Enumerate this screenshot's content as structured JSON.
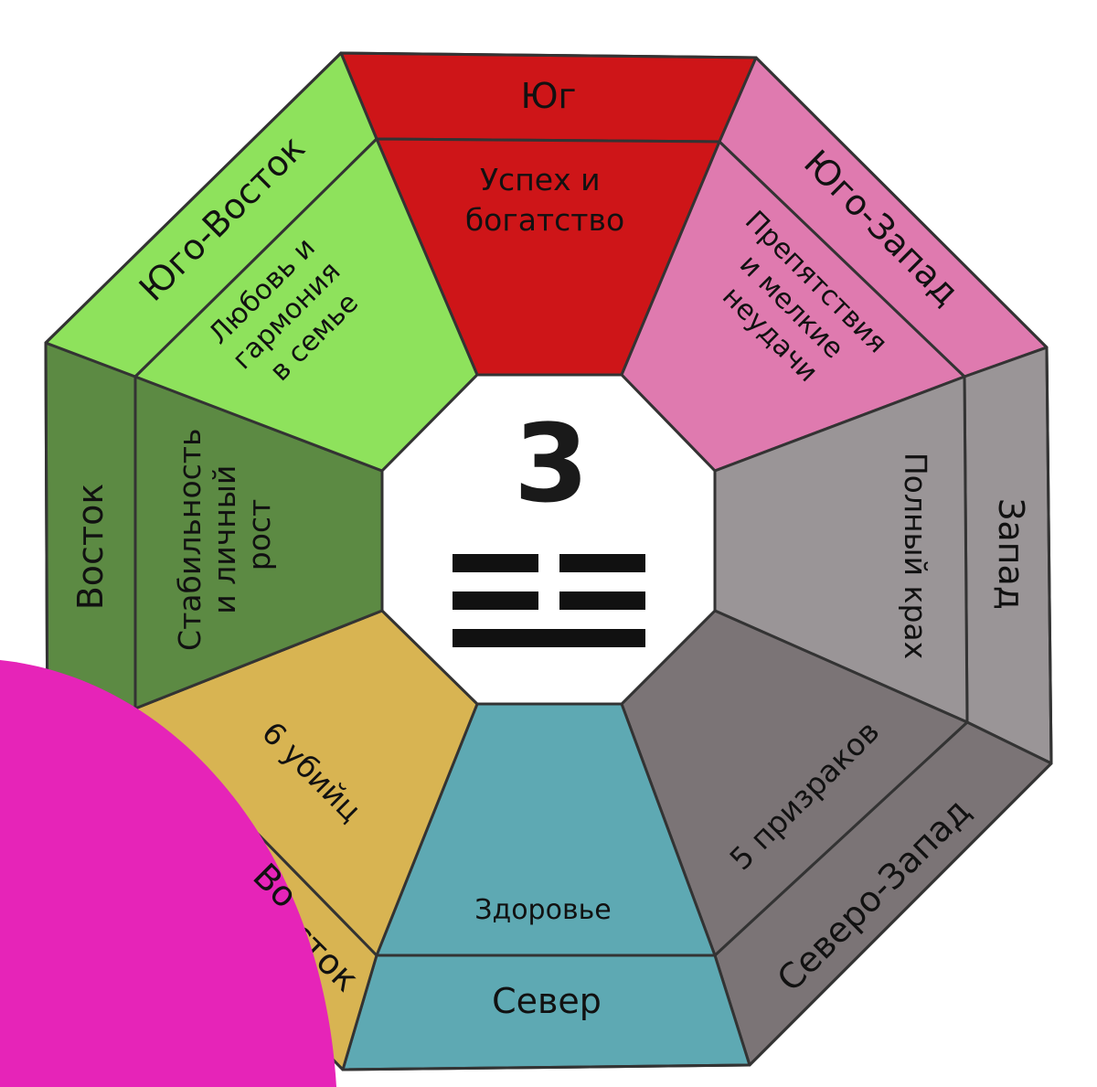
{
  "bagua": {
    "center_number": "3",
    "trigram": [
      "broken",
      "broken",
      "solid"
    ],
    "sectors": [
      {
        "direction": "Юг",
        "aspect": [
          "Успех и",
          "богатство"
        ],
        "outer_color": "#ce1518",
        "inner_color": "#ce1518"
      },
      {
        "direction": "Юго-Запад",
        "aspect": [
          "Препятствия",
          "и мелкие",
          "неудачи"
        ],
        "outer_color": "#df7aaf",
        "inner_color": "#df7aaf"
      },
      {
        "direction": "Запад",
        "aspect": [
          "Полный крах"
        ],
        "outer_color": "#9a9597",
        "inner_color": "#9a9597"
      },
      {
        "direction": "Северо-Запад",
        "aspect": [
          "5 призраков"
        ],
        "outer_color": "#7b7476",
        "inner_color": "#7b7476"
      },
      {
        "direction": "Север",
        "aspect": [
          "Здоровье"
        ],
        "outer_color": "#5ea9b3",
        "inner_color": "#5ea9b3"
      },
      {
        "direction": "Северо-Восток",
        "direction_visible": "сток",
        "aspect": [
          "6 убийц"
        ],
        "outer_color": "#d8b452",
        "inner_color": "#d8b452"
      },
      {
        "direction": "Восток",
        "aspect": [
          "Стабильность",
          "и личный",
          "рост"
        ],
        "outer_color": "#5c8a43",
        "inner_color": "#5c8a43"
      },
      {
        "direction": "Юго-Восток",
        "aspect": [
          "Любовь и",
          "гармония",
          "в семье"
        ],
        "outer_color": "#8ee25c",
        "inner_color": "#8ee25c"
      }
    ]
  },
  "overlay": {
    "color": "#e624b8",
    "partial_text": "Во"
  }
}
